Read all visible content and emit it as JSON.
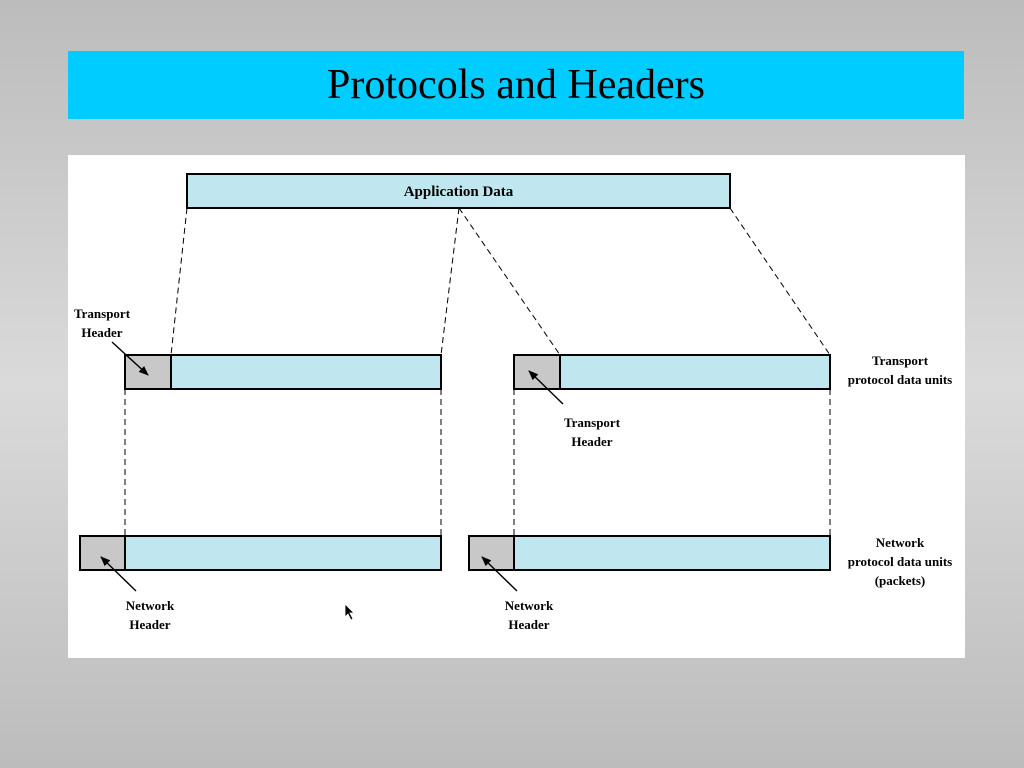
{
  "slide": {
    "title": "Protocols and Headers"
  },
  "diagram": {
    "application_data_label": "Application Data",
    "transport_header_left": [
      "Transport",
      "Header"
    ],
    "transport_header_right": [
      "Transport",
      "Header"
    ],
    "transport_pdu_label": [
      "Transport",
      "protocol data units"
    ],
    "network_header_left": [
      "Network",
      "Header"
    ],
    "network_header_right": [
      "Network",
      "Header"
    ],
    "network_pdu_label": [
      "Network",
      "protocol data units",
      "(packets)"
    ],
    "colors": {
      "title_bar": "#00ccff",
      "data_fill": "#c0e6f0",
      "header_fill": "#c8c8c8",
      "panel": "#ffffff",
      "background": "#cccccc"
    }
  }
}
